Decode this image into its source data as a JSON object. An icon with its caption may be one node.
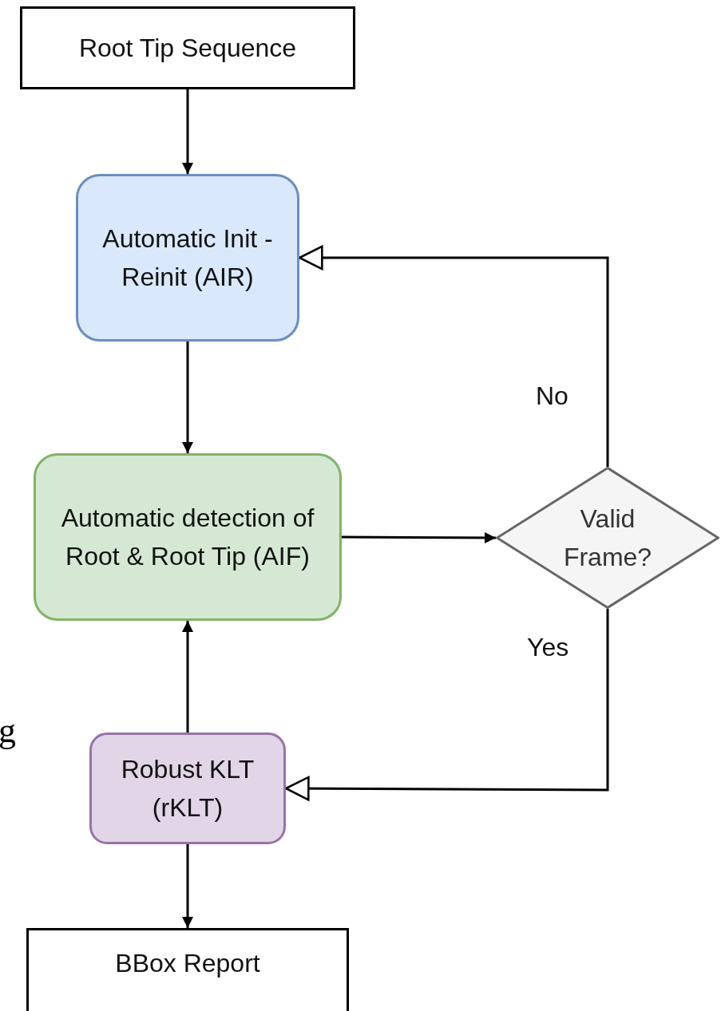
{
  "diagram": {
    "nodes": [
      {
        "text": [
          "Root Tip Sequence"
        ]
      },
      {
        "text": [
          "Automatic Init - Reinit (AIR)"
        ]
      },
      {
        "text": [
          "Automatic detection of Root & Root Tip (AIF)"
        ]
      },
      {
        "text": [
          "Valid Frame?"
        ]
      },
      {
        "text": [
          "Robust KLT (rKLT)"
        ]
      },
      {
        "text": [
          "BBox Report"
        ]
      }
    ],
    "edges": [
      {
        "from": 0,
        "to": 1,
        "arrow": "to"
      },
      {
        "from": 1,
        "to": 2,
        "arrow": "to"
      },
      {
        "from": 2,
        "to": 3,
        "arrow": "to"
      },
      {
        "from": 3,
        "to": 1,
        "arrow": "to",
        "label": "No"
      },
      {
        "from": 3,
        "to": 4,
        "arrow": "to",
        "label": "Yes"
      },
      {
        "from": 4,
        "to": 2,
        "arrow": "to"
      },
      {
        "from": 4,
        "to": 5,
        "arrow": "to"
      }
    ],
    "labels": [
      "g"
    ]
  }
}
